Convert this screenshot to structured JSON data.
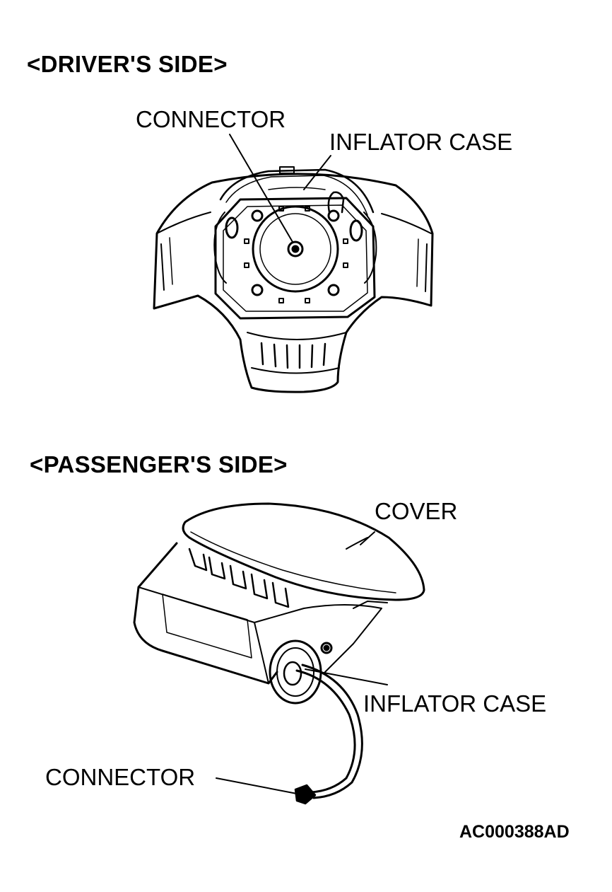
{
  "driver": {
    "heading": "<DRIVER'S SIDE>",
    "connector_label": "CONNECTOR",
    "inflator_label": "INFLATOR CASE"
  },
  "passenger": {
    "heading": "<PASSENGER'S SIDE>",
    "cover_label": "COVER",
    "inflator_label": "INFLATOR CASE",
    "connector_label": "CONNECTOR"
  },
  "figure_code": "AC000388AD"
}
